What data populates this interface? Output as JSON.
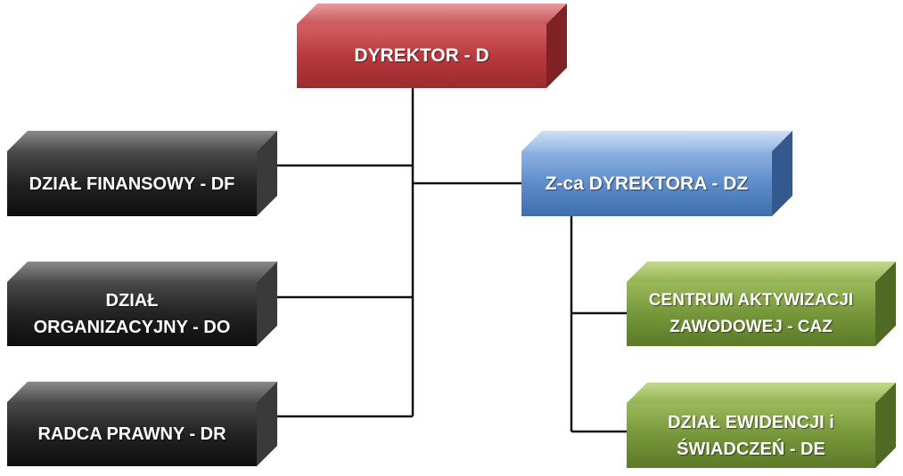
{
  "org_chart": {
    "director": {
      "label": "DYREKTOR - D"
    },
    "deputy": {
      "label": "Z-ca DYREKTORA - DZ"
    },
    "departments": [
      {
        "label": "DZIAŁ FINANSOWY - DF"
      },
      {
        "label": "DZIAŁ\nORGANIZACYJNY - DO"
      },
      {
        "label": "RADCA PRAWNY - DR"
      }
    ],
    "deputy_units": [
      {
        "label": "CENTRUM AKTYWIZACJI\nZAWODOWEJ - CAZ"
      },
      {
        "label": "DZIAŁ EWIDENCJI i\nŚWIADCZEŃ - DE"
      }
    ]
  },
  "colors": {
    "director_front": "#b5363a",
    "deputy_front": "#4f7fbf",
    "department_front": "#2e2e2e",
    "unit_front": "#7a9a3a",
    "connector": "#111111"
  }
}
